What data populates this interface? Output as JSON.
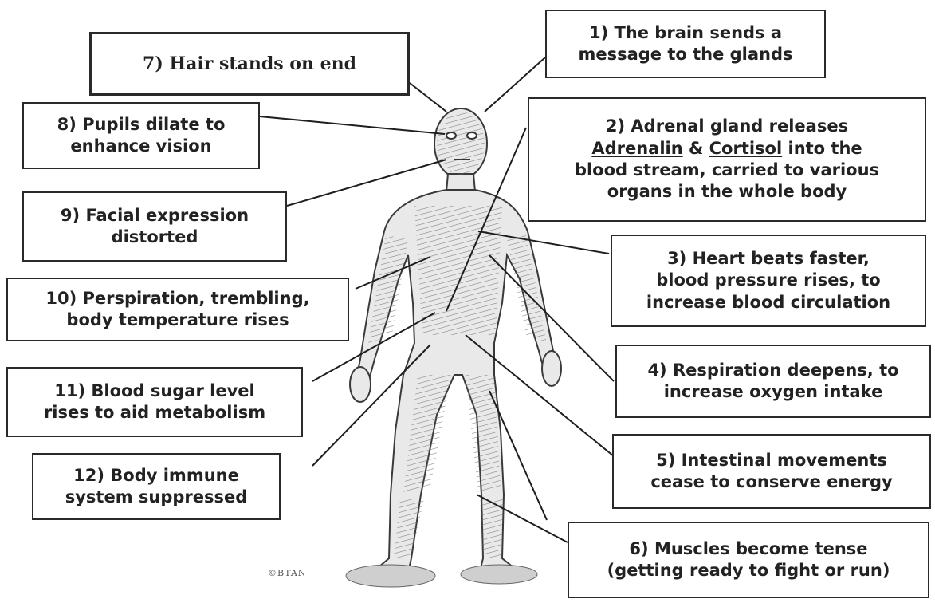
{
  "boxes": {
    "b1": {
      "lines": [
        "1) The brain sends a",
        "message to the glands"
      ]
    },
    "b2": {
      "line1": "2) Adrenal gland releases",
      "line2_a": "Adrenalin",
      "line2_b": " & ",
      "line2_c": "Cortisol",
      "line2_d": " into the",
      "line3": "blood stream, carried to various",
      "line4": "organs in the whole body"
    },
    "b3": {
      "lines": [
        "3) Heart beats faster,",
        "blood pressure rises, to",
        "increase blood circulation"
      ]
    },
    "b4": {
      "lines": [
        "4) Respiration deepens, to",
        "increase oxygen intake"
      ]
    },
    "b5": {
      "lines": [
        "5) Intestinal movements",
        "cease to conserve energy"
      ]
    },
    "b6": {
      "lines": [
        "6) Muscles become tense",
        "(getting ready to fight or run)"
      ]
    },
    "b7": {
      "lines": [
        "7) Hair stands on end"
      ]
    },
    "b8": {
      "lines": [
        "8) Pupils dilate to",
        "enhance vision"
      ]
    },
    "b9": {
      "lines": [
        "9) Facial expression",
        "distorted"
      ]
    },
    "b10": {
      "lines": [
        "10) Perspiration, trembling,",
        "body temperature rises"
      ]
    },
    "b11": {
      "lines": [
        "11) Blood sugar level",
        "rises to aid metabolism"
      ]
    },
    "b12": {
      "lines": [
        "12) Body immune",
        "system suppressed"
      ]
    }
  },
  "watermark": "©BTAN",
  "colors": {
    "line": "#1e1e1e",
    "figure_fill": "#e9e9e9",
    "figure_stroke": "#3a3a3a"
  }
}
